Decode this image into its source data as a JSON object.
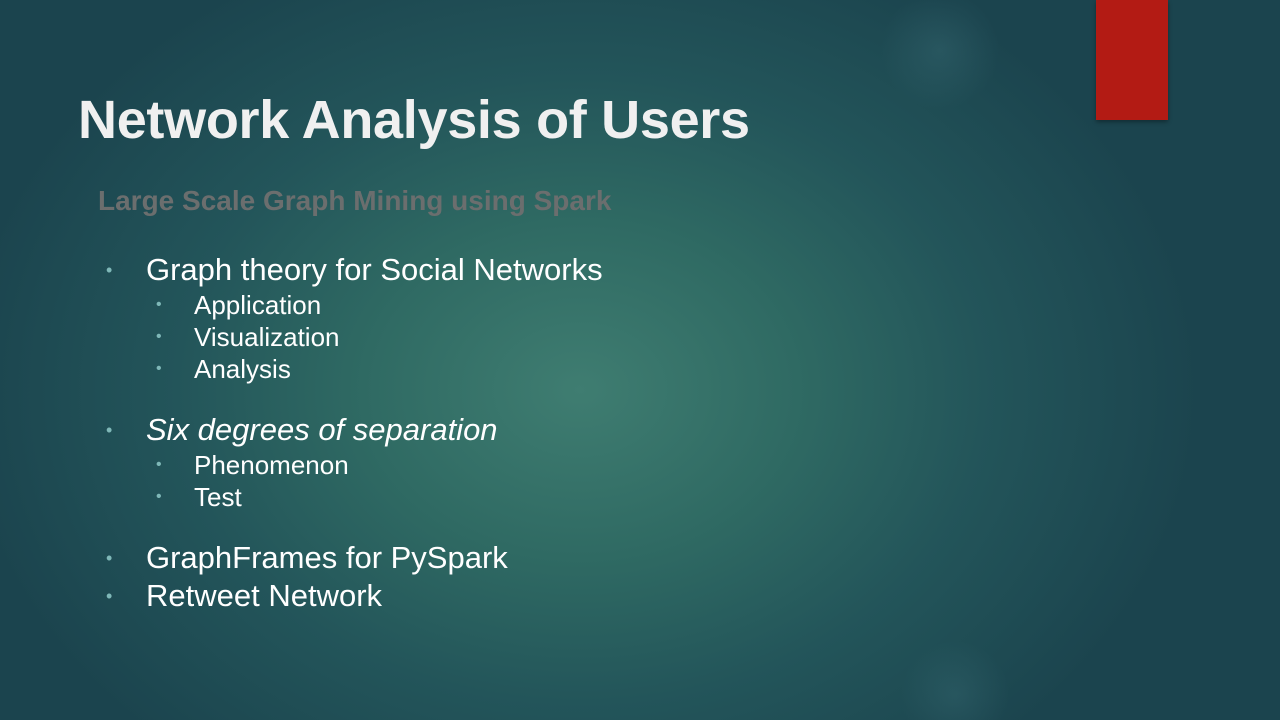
{
  "slide": {
    "title": "Network Analysis of Users",
    "subtitle": "Large Scale Graph Mining using Spark",
    "bullets": [
      {
        "text": "Graph theory for Social Networks",
        "sub": [
          "Application",
          "Visualization",
          "Analysis"
        ]
      },
      {
        "text": "Six degrees of separation",
        "sub": [
          "Phenomenon",
          "Test"
        ]
      },
      {
        "text": "GraphFrames for PySpark",
        "sub": []
      },
      {
        "text": "Retweet Network",
        "sub": []
      }
    ],
    "bullet_glyph": "•"
  },
  "colors": {
    "background_center": "#3f7d71",
    "background_edge": "#1b444e",
    "accent_bar": "#b31b14",
    "title_text": "#f0f0f0",
    "subtitle_text": "#6b6e6e",
    "body_text": "#ffffff",
    "bullet": "#7fb8b8"
  }
}
